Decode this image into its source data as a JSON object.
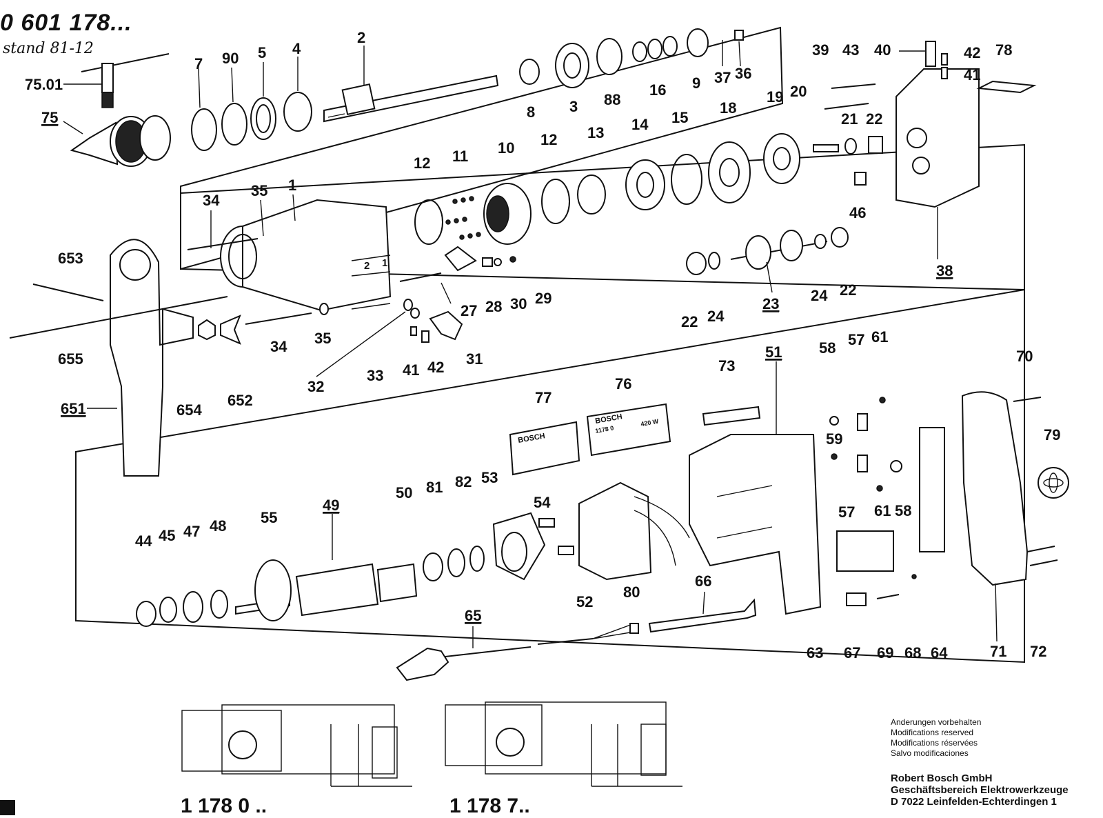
{
  "header": {
    "doc_number": "0 601 178...",
    "stand": "stand 81-12"
  },
  "nameplates": {
    "plate_77_brand": "BOSCH",
    "plate_76_brand": "BOSCH",
    "plate_76_model": "1178 0",
    "plate_76_power": "420 W"
  },
  "switch_labels": {
    "pos2": "2",
    "pos1": "1"
  },
  "callouts": [
    {
      "label": "75.01",
      "underline": false
    },
    {
      "label": "75",
      "underline": true
    },
    {
      "label": "7",
      "underline": false
    },
    {
      "label": "90",
      "underline": false
    },
    {
      "label": "5",
      "underline": false
    },
    {
      "label": "4",
      "underline": false
    },
    {
      "label": "2",
      "underline": false
    },
    {
      "label": "8",
      "underline": false
    },
    {
      "label": "3",
      "underline": false
    },
    {
      "label": "88",
      "underline": false
    },
    {
      "label": "16",
      "underline": false
    },
    {
      "label": "9",
      "underline": false
    },
    {
      "label": "37",
      "underline": false
    },
    {
      "label": "36",
      "underline": false
    },
    {
      "label": "39",
      "underline": false
    },
    {
      "label": "43",
      "underline": false
    },
    {
      "label": "40",
      "underline": false
    },
    {
      "label": "42",
      "underline": false
    },
    {
      "label": "41",
      "underline": false
    },
    {
      "label": "78",
      "underline": false
    },
    {
      "label": "12",
      "underline": false
    },
    {
      "label": "11",
      "underline": false
    },
    {
      "label": "10",
      "underline": false
    },
    {
      "label": "12",
      "underline": false
    },
    {
      "label": "13",
      "underline": false
    },
    {
      "label": "14",
      "underline": false
    },
    {
      "label": "15",
      "underline": false
    },
    {
      "label": "18",
      "underline": false
    },
    {
      "label": "19",
      "underline": false
    },
    {
      "label": "20",
      "underline": false
    },
    {
      "label": "21",
      "underline": false
    },
    {
      "label": "22",
      "underline": false
    },
    {
      "label": "46",
      "underline": false
    },
    {
      "label": "38",
      "underline": true
    },
    {
      "label": "34",
      "underline": false
    },
    {
      "label": "35",
      "underline": false
    },
    {
      "label": "1",
      "underline": false
    },
    {
      "label": "653",
      "underline": false
    },
    {
      "label": "655",
      "underline": false
    },
    {
      "label": "651",
      "underline": true
    },
    {
      "label": "654",
      "underline": false
    },
    {
      "label": "652",
      "underline": false
    },
    {
      "label": "34",
      "underline": false
    },
    {
      "label": "35",
      "underline": false
    },
    {
      "label": "32",
      "underline": false
    },
    {
      "label": "33",
      "underline": false
    },
    {
      "label": "41",
      "underline": false
    },
    {
      "label": "42",
      "underline": false
    },
    {
      "label": "31",
      "underline": false
    },
    {
      "label": "27",
      "underline": false
    },
    {
      "label": "28",
      "underline": false
    },
    {
      "label": "30",
      "underline": false
    },
    {
      "label": "29",
      "underline": false
    },
    {
      "label": "22",
      "underline": false
    },
    {
      "label": "24",
      "underline": false
    },
    {
      "label": "23",
      "underline": true
    },
    {
      "label": "24",
      "underline": false
    },
    {
      "label": "22",
      "underline": false
    },
    {
      "label": "77",
      "underline": false
    },
    {
      "label": "76",
      "underline": false
    },
    {
      "label": "73",
      "underline": false
    },
    {
      "label": "51",
      "underline": true
    },
    {
      "label": "58",
      "underline": false
    },
    {
      "label": "57",
      "underline": false
    },
    {
      "label": "61",
      "underline": false
    },
    {
      "label": "59",
      "underline": false
    },
    {
      "label": "57",
      "underline": false
    },
    {
      "label": "61",
      "underline": false
    },
    {
      "label": "58",
      "underline": false
    },
    {
      "label": "70",
      "underline": false
    },
    {
      "label": "79",
      "underline": false
    },
    {
      "label": "44",
      "underline": false
    },
    {
      "label": "45",
      "underline": false
    },
    {
      "label": "47",
      "underline": false
    },
    {
      "label": "48",
      "underline": false
    },
    {
      "label": "55",
      "underline": false
    },
    {
      "label": "49",
      "underline": true
    },
    {
      "label": "50",
      "underline": false
    },
    {
      "label": "81",
      "underline": false
    },
    {
      "label": "82",
      "underline": false
    },
    {
      "label": "53",
      "underline": false
    },
    {
      "label": "54",
      "underline": false
    },
    {
      "label": "52",
      "underline": false
    },
    {
      "label": "80",
      "underline": false
    },
    {
      "label": "66",
      "underline": false
    },
    {
      "label": "65",
      "underline": true
    },
    {
      "label": "63",
      "underline": false
    },
    {
      "label": "67",
      "underline": false
    },
    {
      "label": "69",
      "underline": false
    },
    {
      "label": "68",
      "underline": false
    },
    {
      "label": "64",
      "underline": false
    },
    {
      "label": "71",
      "underline": false
    },
    {
      "label": "72",
      "underline": false
    }
  ],
  "wiring": {
    "label_left": "1 178 0 ..",
    "label_right": "1 178 7.."
  },
  "legal": [
    "Anderungen vorbehalten",
    "Modifications reserved",
    "Modifications réservées",
    "Salvo modificaciones"
  ],
  "company": [
    "Robert Bosch GmbH",
    "Geschäftsbereich Elektrowerkzeuge",
    "D 7022 Leinfelden-Echterdingen 1"
  ]
}
